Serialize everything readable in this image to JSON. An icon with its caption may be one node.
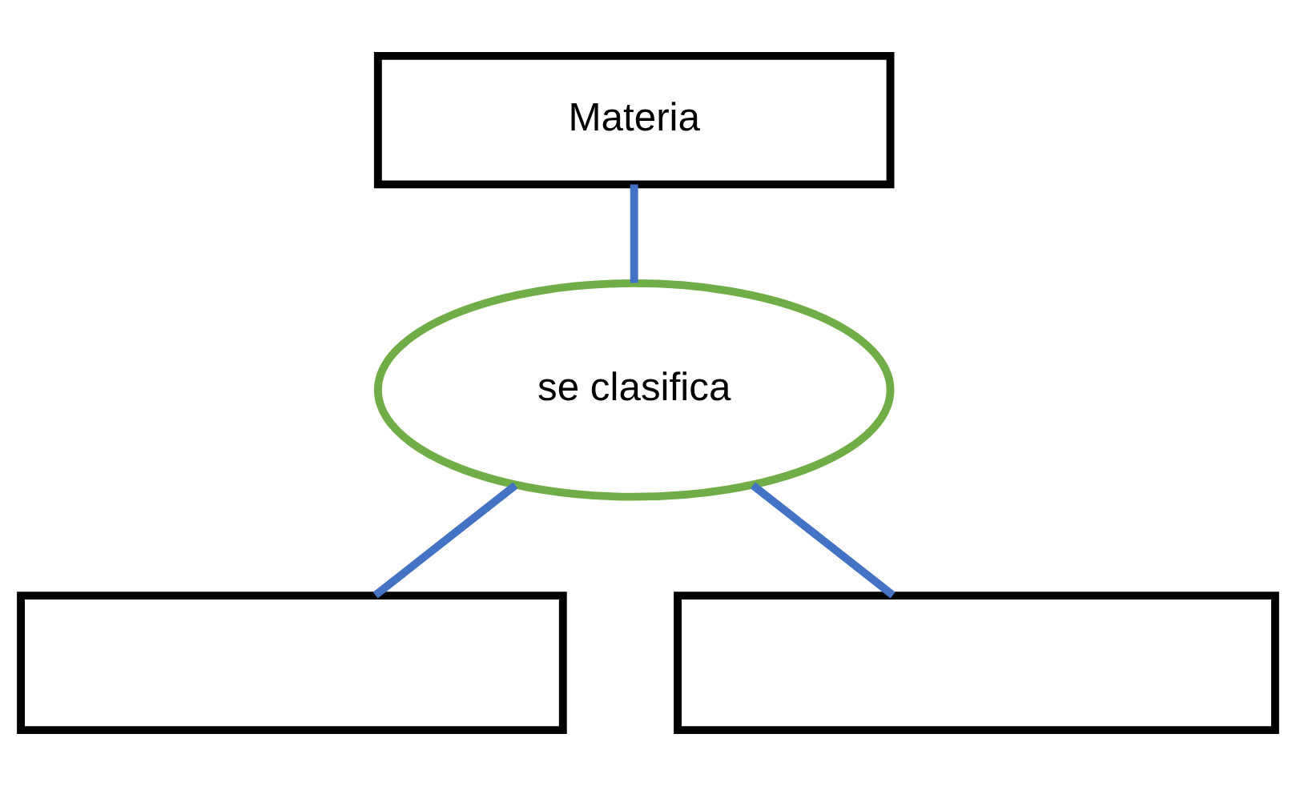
{
  "diagram": {
    "nodes": [
      {
        "text": [
          "Materia"
        ]
      },
      {
        "text": [
          "se clasifica"
        ]
      },
      {
        "text": [],
        "shape": "box"
      },
      {
        "text": [],
        "shape": "box"
      }
    ],
    "edges": [
      {
        "from": 0,
        "to": 1,
        "arrow": "none"
      },
      {
        "from": 1,
        "to": 2,
        "arrow": "none"
      },
      {
        "from": 1,
        "to": 3,
        "arrow": "none"
      }
    ]
  }
}
